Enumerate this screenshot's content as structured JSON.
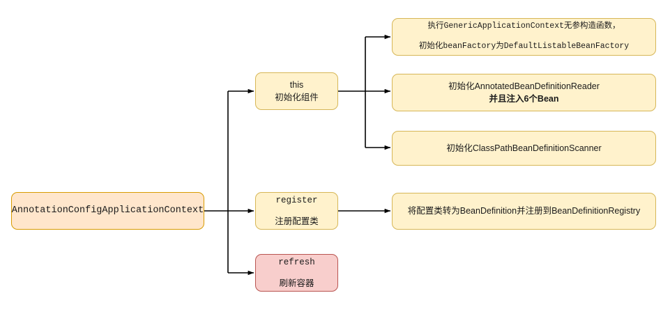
{
  "diagram": {
    "title_node": {
      "label": "AnnotationConfigApplicationContext"
    },
    "stages": [
      {
        "id": "this",
        "line1": "this",
        "line2": "初始化组件"
      },
      {
        "id": "register",
        "line1": "register",
        "line2": "注册配置类"
      },
      {
        "id": "refresh",
        "line1": "refresh",
        "line2": "刷新容器"
      }
    ],
    "details": [
      {
        "id": "generic-context",
        "line1": "执行GenericApplicationContext无参构造函数，",
        "line2": "初始化beanFactory为DefaultListableBeanFactory"
      },
      {
        "id": "annotated-reader",
        "line1": "初始化AnnotatedBeanDefinitionReader",
        "line2": "并且注入6个Bean"
      },
      {
        "id": "classpath-scanner",
        "line1": "初始化ClassPathBeanDefinitionScanner",
        "line2": ""
      },
      {
        "id": "register-detail",
        "line1": "将配置类转为BeanDefinition并注册到BeanDefinitionRegistry",
        "line2": ""
      }
    ],
    "colors": {
      "root_fill": "#ffe6cc",
      "root_stroke": "#d79b00",
      "stage_fill": "#fff2cc",
      "stage_stroke": "#d6b656",
      "refresh_fill": "#f8cecc",
      "refresh_stroke": "#b85450",
      "edge_stroke": "#000000",
      "background": "#ffffff"
    }
  }
}
